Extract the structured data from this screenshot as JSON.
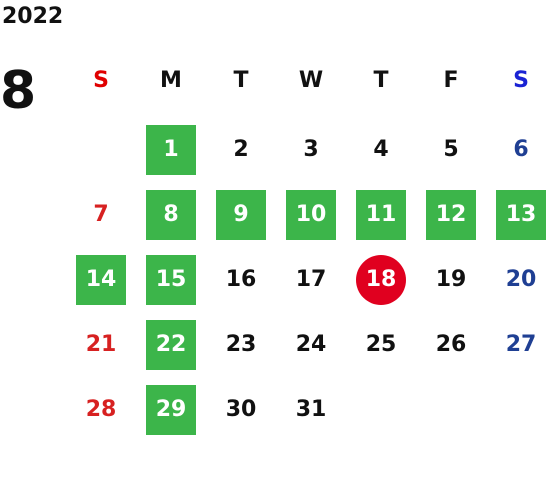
{
  "header": {
    "year": "2022",
    "month": "8"
  },
  "weekdays": [
    {
      "label": "S",
      "kind": "sun"
    },
    {
      "label": "M",
      "kind": ""
    },
    {
      "label": "T",
      "kind": ""
    },
    {
      "label": "W",
      "kind": ""
    },
    {
      "label": "T",
      "kind": ""
    },
    {
      "label": "F",
      "kind": ""
    },
    {
      "label": "S",
      "kind": "sat"
    }
  ],
  "colors": {
    "holiday_bg": "#3cb54a",
    "today_bg": "#e0001f",
    "sunday_text": "#d72121",
    "saturday_text": "#1f3f93"
  },
  "weeks": [
    [
      null,
      {
        "day": "1",
        "holiday": true
      },
      {
        "day": "2"
      },
      {
        "day": "3"
      },
      {
        "day": "4"
      },
      {
        "day": "5"
      },
      {
        "day": "6"
      }
    ],
    [
      {
        "day": "7"
      },
      {
        "day": "8",
        "holiday": true
      },
      {
        "day": "9",
        "holiday": true
      },
      {
        "day": "10",
        "holiday": true
      },
      {
        "day": "11",
        "holiday": true
      },
      {
        "day": "12",
        "holiday": true
      },
      {
        "day": "13",
        "holiday": true
      }
    ],
    [
      {
        "day": "14",
        "holiday": true
      },
      {
        "day": "15",
        "holiday": true
      },
      {
        "day": "16"
      },
      {
        "day": "17"
      },
      {
        "day": "18",
        "today": true
      },
      {
        "day": "19"
      },
      {
        "day": "20"
      }
    ],
    [
      {
        "day": "21"
      },
      {
        "day": "22",
        "holiday": true
      },
      {
        "day": "23"
      },
      {
        "day": "24"
      },
      {
        "day": "25"
      },
      {
        "day": "26"
      },
      {
        "day": "27"
      }
    ],
    [
      {
        "day": "28"
      },
      {
        "day": "29",
        "holiday": true
      },
      {
        "day": "30"
      },
      {
        "day": "31"
      },
      null,
      null,
      null
    ]
  ]
}
